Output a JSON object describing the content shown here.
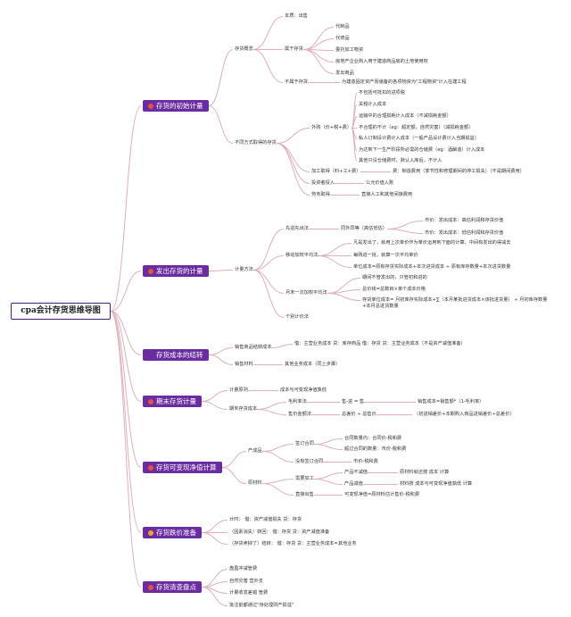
{
  "root": "cpa会计存货思维导图",
  "colors": {
    "branch": "#6a2ca0",
    "line": "#e0b0ba",
    "icon_red": "#e2553a",
    "icon_orange": "#f0a52a"
  },
  "branches": [
    {
      "label": "存货的初始计量",
      "icon": "flame-icon"
    },
    {
      "label": "发出存货的计量",
      "icon": "flame-icon"
    },
    {
      "label": "存货成本的结转",
      "icon": ""
    },
    {
      "label": "期末存货计量",
      "icon": "flag-icon"
    },
    {
      "label": "存货可变现净值计算",
      "icon": "lock-icon"
    },
    {
      "label": "存货跌价准备",
      "icon": "bulb-icon"
    },
    {
      "label": "存货清查盘点",
      "icon": "flag-icon"
    }
  ],
  "b1": {
    "concept": "存货概念",
    "essence": "本质：出售",
    "belongs": "属于存货",
    "belongs_items": [
      "代制品",
      "代修品",
      "委托加工物资",
      "房地产企业购入用于建造商品房的土地使用权",
      "发出商品"
    ],
    "not_belongs": "不属于存货",
    "not_belongs_desc": "为建造固定资产而储备的各项物资为\"工程物资\"计入在建工程",
    "ways": "不同方式取得的存货",
    "purchase": "外购（价+税+费）",
    "purchase_items": [
      "不包括可抵扣的进项税",
      "关税计入成本",
      "运输中的合理损耗计入成本（不减损耗金额）",
      "不合理的不计（eg：超定额，自然灾害）（减损耗金额）",
      "私人订制设计费计入成本（一般产品设计费计入当期损益）",
      "为达到下一生产阶段所必需的仓储费（eg：酒酿造）计入成本",
      "其他只设仓储费时，默认入库后，不计入"
    ],
    "processing": "加工取得（料+工+费）",
    "processing_desc": "费：制造费用（季节性和修理期间的停工损失）（不是期间费用）",
    "investor": "投资者投入",
    "investor_desc": "公允价值入账",
    "labor": "劳务取得",
    "labor_desc": "直接人工和其他间接费用"
  },
  "b2": {
    "method": "计量方法",
    "fifo": "先进先出法",
    "fifo_sub": "同外同等（高估低估）",
    "fifo_items": [
      "市价：发出成本：高估利润和存货价值",
      "市价：发出成本：低估利润和存货价值"
    ],
    "moving": "移动加权平均法",
    "moving_items": [
      "凡是发出了，就用上次单价作为单价运用到下面的计算，中间有发出的得减去",
      "每购进一批，就算一次平均单价",
      "单位成本=原有存货实际成本+本次进货成本 ÷ 原有库存数量+本次进货数量"
    ],
    "monthly": "月末一次加权平均法",
    "monthly_items": [
      "期间不管发出的，只管初和进的",
      "总价钱=总数目×单个成本价格",
      "存货单位成本= 月初库存实际成本+∑（本月某批进货成本×该批进货量） ÷ 月初库存数量+本月总进货数量"
    ],
    "specific": "个别计价法"
  },
  "b3": {
    "goods": "销售商品结转成本",
    "goods_desc": "借：主营业务成本 贷：库存商品 借：存货 贷：主营业务成本（不是资产减值准备）",
    "materials": "销售材料",
    "materials_desc": "其他业务成本（同上步骤）"
  },
  "b4": {
    "principle": "计量原则",
    "principle_desc": "成本与可变现净值孰低",
    "period_end": "期末存货成本",
    "gross": "毛利率法",
    "gross_formula": "售-进 = 售",
    "gross_desc": "销售成本=销售额*（1-毛利率）",
    "retail": "售价金额法",
    "retail_formula": "总差价 ÷ 总售价",
    "retail_desc": "（初进销差价+本期购入商品进销差价÷总差价）"
  },
  "b5": {
    "finished": "产成品",
    "contract": "签订合同",
    "contract_items": [
      "合同数量内：合同价-税和费",
      "超过合同的数量：市价-税和费"
    ],
    "no_contract": "没有签订合同",
    "no_contract_desc": "市价-税和费",
    "raw": "原材料",
    "need_process": "需要加工",
    "product_up": "产品不减值",
    "product_up_desc": "原材料就还按 成本 计算",
    "product_down": "产品减值",
    "product_down_desc": "材料按 成本与可变现净值孰低 计算",
    "direct_sale": "直接出售",
    "direct_sale_desc": "可变现净值=原材料估计售价-税和费"
  },
  "b6": {
    "items": [
      "计时： 借：资产减值损失 贷：存货",
      "（因素消失）转回： 借：存货 贷：资产减值准备",
      "（存货卖掉了）结转： 借：存货 贷：主营业务成本=其他业务"
    ]
  },
  "b7": {
    "items": [
      "盘盈冲减管费",
      "自然灾害 营外支",
      "计量收发差错 管费",
      "批注前都通过\"待处理财产损溢\""
    ]
  }
}
